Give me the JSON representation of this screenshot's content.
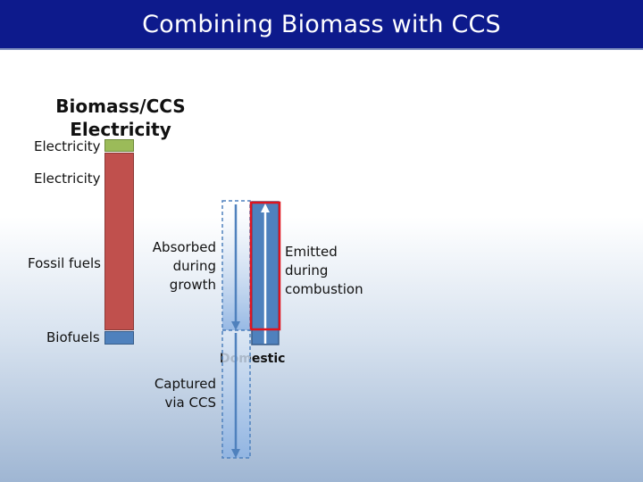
{
  "header": {
    "title": "Combining Biomass with CCS"
  },
  "diagram": {
    "heading_line1": "Biomass/CCS",
    "heading_line2": "Electricity",
    "labels": {
      "electricity_top": "Electricity",
      "electricity_mid": "Electricity",
      "fossil_fuels": "Fossil fuels",
      "biofuels": "Biofuels",
      "absorbed_1": "Absorbed",
      "absorbed_2": "during",
      "absorbed_3": "growth",
      "emitted_1": "Emitted",
      "emitted_2": "during",
      "emitted_3": "combustion",
      "domestic": "Domestic",
      "captured_1": "Captured",
      "captured_2": "via CCS"
    },
    "colors": {
      "electricity": "#9bbb59",
      "fossil_fuels": "#c0504d",
      "biofuels": "#4f81bd",
      "highlight": "#e0141e",
      "title_bar": "#0d1a8c"
    }
  }
}
